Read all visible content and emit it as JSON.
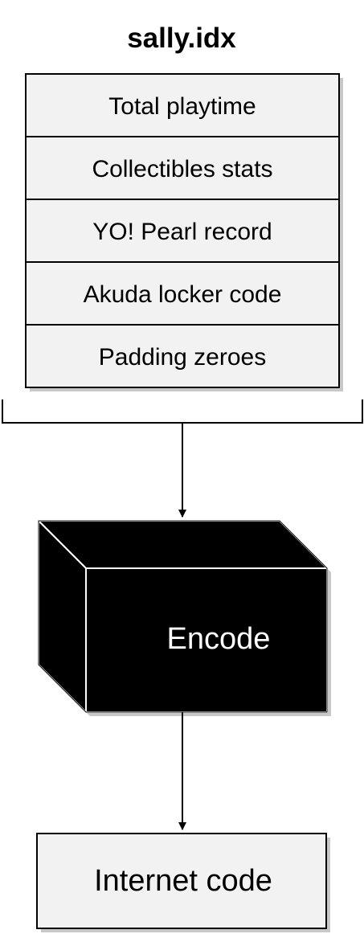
{
  "title": "sally.idx",
  "fields": [
    "Total playtime",
    "Collectibles stats",
    "YO! Pearl record",
    "Akuda locker code",
    "Padding zeroes"
  ],
  "process": {
    "label": "Encode"
  },
  "output": {
    "label": "Internet code"
  },
  "colors": {
    "field_fill": "#f2f2f2",
    "process_fill": "#000000",
    "process_text": "#ffffff",
    "output_fill": "#f2f2f2",
    "stroke": "#000000",
    "shadow": "#c8c8c8"
  }
}
